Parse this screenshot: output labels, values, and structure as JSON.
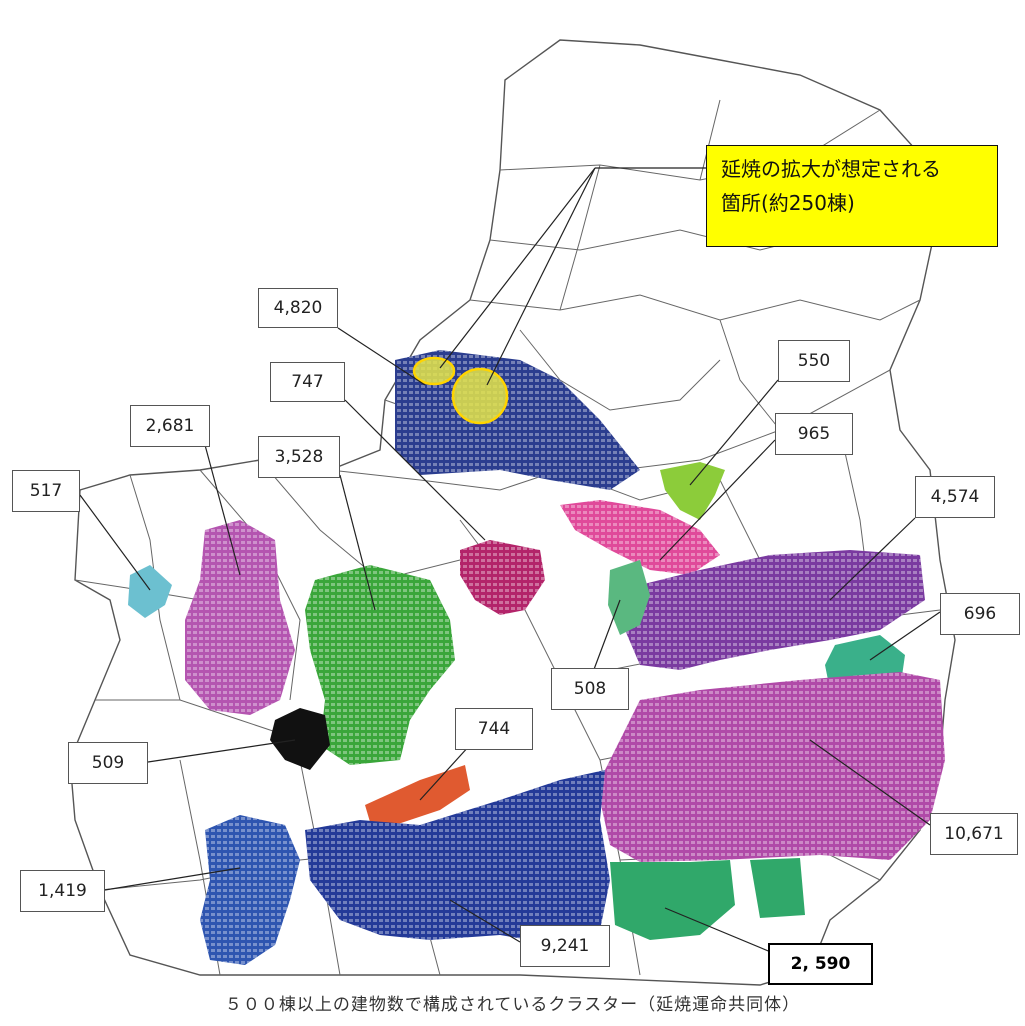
{
  "callout": {
    "line1": "延焼の拡大が想定される",
    "line2": "箇所(約250棟)",
    "color": "#ffff00"
  },
  "caption": "５００棟以上の建物数で構成されているクラスター（延焼運命共同体）",
  "clusters": [
    {
      "id": "c4820",
      "label": "4,820",
      "color": "#2b3d8f"
    },
    {
      "id": "c747",
      "label": "747",
      "color": "#b3246a"
    },
    {
      "id": "c2681",
      "label": "2,681",
      "color": "#b455b0"
    },
    {
      "id": "c3528",
      "label": "3,528",
      "color": "#3aa63a"
    },
    {
      "id": "c517",
      "label": "517",
      "color": "#6cc0d0"
    },
    {
      "id": "c550",
      "label": "550",
      "color": "#8ccc3a"
    },
    {
      "id": "c965",
      "label": "965",
      "color": "#e04a9a"
    },
    {
      "id": "c4574",
      "label": "4,574",
      "color": "#7a3aa0"
    },
    {
      "id": "c696",
      "label": "696",
      "color": "#3ab08a"
    },
    {
      "id": "c508",
      "label": "508",
      "color": "#5ab880"
    },
    {
      "id": "c744",
      "label": "744",
      "color": "#e05a30"
    },
    {
      "id": "c509",
      "label": "509",
      "color": "#111111"
    },
    {
      "id": "c10671",
      "label": "10,671",
      "color": "#b04aa8"
    },
    {
      "id": "c1419",
      "label": "1,419",
      "color": "#2e55b0"
    },
    {
      "id": "c9241",
      "label": "9,241",
      "color": "#243a98"
    },
    {
      "id": "c2590",
      "label": "2, 590",
      "color": "#30a86a"
    }
  ]
}
